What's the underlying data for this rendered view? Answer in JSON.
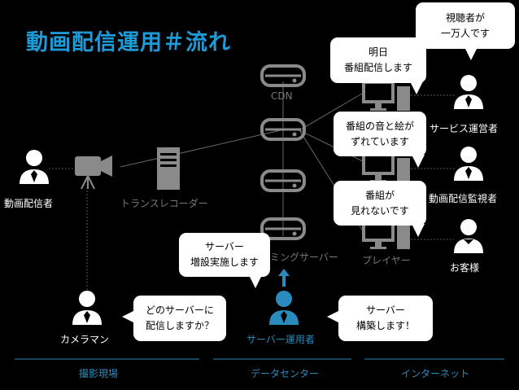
{
  "title": "動画配信運用＃流れ",
  "labels": {
    "cdn": "CDN",
    "streaming_server": "ミングサーバー",
    "player": "プレイヤー",
    "transrecorder": "トランスレコーダー",
    "broadcaster": "動画配信者",
    "cameraman": "カメラマン",
    "server_operator": "サーバー運用者",
    "service_operator": "サービス運営者",
    "monitor": "動画配信監視者",
    "customer": "お客様"
  },
  "bubbles": {
    "viewers": [
      "視聴者が",
      "一万人です"
    ],
    "tomorrow": [
      "明日",
      "番組配信します"
    ],
    "sync": [
      "番組の音と絵が",
      "ずれています"
    ],
    "cant_see": [
      "番組が",
      "見れないです"
    ],
    "add_server": [
      "サーバー",
      "増設実施します"
    ],
    "which_server": [
      "どのサーバーに",
      "配信しますか？"
    ],
    "build_server": [
      "サーバー",
      "構築します！"
    ]
  },
  "footer": {
    "site": "撮影現場",
    "datacenter": "データセンター",
    "internet": "インターネット"
  },
  "colors": {
    "accent": "#1e9ad6",
    "device_gray": "#8a8a8a",
    "label_gray": "#777777",
    "operator": "#2a8bbd"
  }
}
